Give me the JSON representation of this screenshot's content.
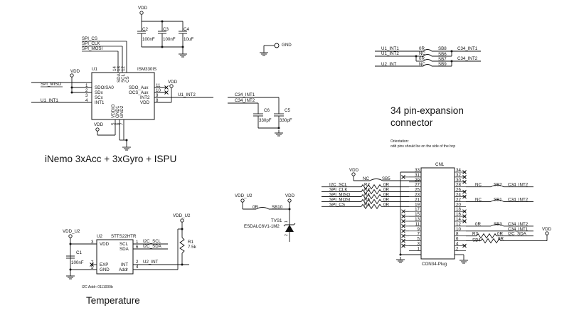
{
  "imu": {
    "title": "iNemo 3xAcc + 3xGyro + ISPU",
    "ref": "U1",
    "part": "ISM330IS",
    "vdd": "VDD",
    "left_pins": [
      {
        "num": "1",
        "name": "SDO/SA0",
        "net": "SPI_MISO"
      },
      {
        "num": "2",
        "name": "SDx",
        "net": ""
      },
      {
        "num": "3",
        "name": "SCx",
        "net": ""
      },
      {
        "num": "4",
        "name": "INT1",
        "net": "U1_INT1"
      }
    ],
    "right_pins": [
      {
        "num": "11",
        "name": "SDO_Aux",
        "net": ""
      },
      {
        "num": "10",
        "name": "OCS_Aux",
        "net": ""
      },
      {
        "num": "9",
        "name": "INT2",
        "net": "U1_INT2"
      },
      {
        "num": "8",
        "name": "VDD",
        "net": ""
      }
    ],
    "top_pins": [
      {
        "num": "14",
        "name": "SDA",
        "net": "SPI_MOSI"
      },
      {
        "num": "13",
        "name": "SCL",
        "net": "SPI_CLK"
      },
      {
        "num": "12",
        "name": "CS",
        "net": "SPI_CS"
      }
    ],
    "bottom_pins": [
      {
        "num": "5",
        "name": "VDDIO"
      },
      {
        "num": "6",
        "name": "GND1"
      },
      {
        "num": "7",
        "name": "GND2"
      }
    ]
  },
  "decoupling": {
    "vdd": "VDD",
    "caps": [
      {
        "ref": "C2",
        "value": "100nF"
      },
      {
        "ref": "C3",
        "value": "100nF"
      },
      {
        "ref": "C4",
        "value": "10uF"
      }
    ]
  },
  "gnd_label": "GND",
  "int_filter": {
    "nets": [
      "C34_INT1",
      "C34_INT2"
    ],
    "caps": [
      {
        "ref": "C6",
        "value": "330pF"
      },
      {
        "ref": "C5",
        "value": "330pF"
      }
    ]
  },
  "int_routing": {
    "inputs": [
      "U1_INT1",
      "U1_INT2",
      "U2_INT"
    ],
    "bridges": [
      {
        "value": "0R",
        "ref": "SB8"
      },
      {
        "value": "NC",
        "ref": "SB6"
      },
      {
        "value": "0R",
        "ref": "SB7"
      },
      {
        "value": "NC",
        "ref": "SB9"
      }
    ],
    "outputs": [
      "C34_INT1",
      "C34_INT2"
    ]
  },
  "connector": {
    "title_line1": "34 pin-expansion",
    "title_line2": "connector",
    "orientation_label": "Orientation:",
    "orientation_note": "odd pins should be on the side of the bcp",
    "ref": "CN1",
    "part": "CON34-Plug",
    "vdd": "VDD",
    "odd_pins": [
      "33",
      "31",
      "29",
      "27",
      "25",
      "23",
      "21",
      "19",
      "17",
      "15",
      "13",
      "11",
      "9",
      "7",
      "5",
      "3",
      "1"
    ],
    "even_pins": [
      "34",
      "32",
      "30",
      "28",
      "26",
      "24",
      "22",
      "20",
      "18",
      "16",
      "14",
      "12",
      "10",
      "8",
      "6",
      "4",
      "2"
    ],
    "left_bridge": {
      "value": "NC",
      "ref": "SB5"
    },
    "left_nets": [
      {
        "net": "I2C_SCL",
        "ref": "R2",
        "value": "0R"
      },
      {
        "net": "SPI_CLK",
        "ref": "R3",
        "value": "0R"
      },
      {
        "net": "SPI_MISO",
        "ref": "R4",
        "value": "0R"
      },
      {
        "net": "SPI_MOSI",
        "ref": "R5",
        "value": "0R"
      },
      {
        "net": "SPI_CS",
        "ref": "R6",
        "value": "0R"
      }
    ],
    "right_bridges": [
      {
        "value": "NC",
        "ref": "SB2",
        "net": "C34_INT2"
      },
      {
        "value": "NC",
        "ref": "SB1",
        "net": "C34_INT2"
      },
      {
        "value": "0R",
        "ref": "SB3",
        "net": "C34_INT2"
      }
    ],
    "pin10_net": "C34_INT1",
    "r7": {
      "ref": "R7",
      "value": "0R",
      "net": "I2C_SDA"
    },
    "sb4": {
      "ref": "SB4",
      "value": "0R"
    }
  },
  "tvs": {
    "vdd_u2": "VDD_U2",
    "vdd": "VDD",
    "bridge_value": "0R",
    "bridge_ref": "SB10",
    "ref": "TVS1",
    "part": "ESDALC6V1-1M2",
    "pin1": "1",
    "pin2": "2"
  },
  "temp": {
    "title": "Temperature",
    "ref": "U2",
    "part": "STTS22HTR",
    "vdd_u2": "VDD_U2",
    "c1": {
      "ref": "C1",
      "value": "100nF"
    },
    "r1": {
      "ref": "R1",
      "value": "7.5k"
    },
    "left_pins": [
      {
        "num": "3",
        "name": "VDD"
      },
      {
        "num": "7",
        "name": "EXP"
      },
      {
        "num": "5",
        "name": "GND"
      }
    ],
    "right_pins": [
      {
        "num": "1",
        "name": "SCL",
        "net": "I2C_SCL"
      },
      {
        "num": "6",
        "name": "SDA",
        "net": "I2C_SDA"
      },
      {
        "num": "2",
        "name": "INT",
        "net": "U2_INT"
      },
      {
        "num": "4",
        "name": "Addr",
        "net": ""
      }
    ],
    "addr_note": "I2C Addr:  0111000b"
  }
}
